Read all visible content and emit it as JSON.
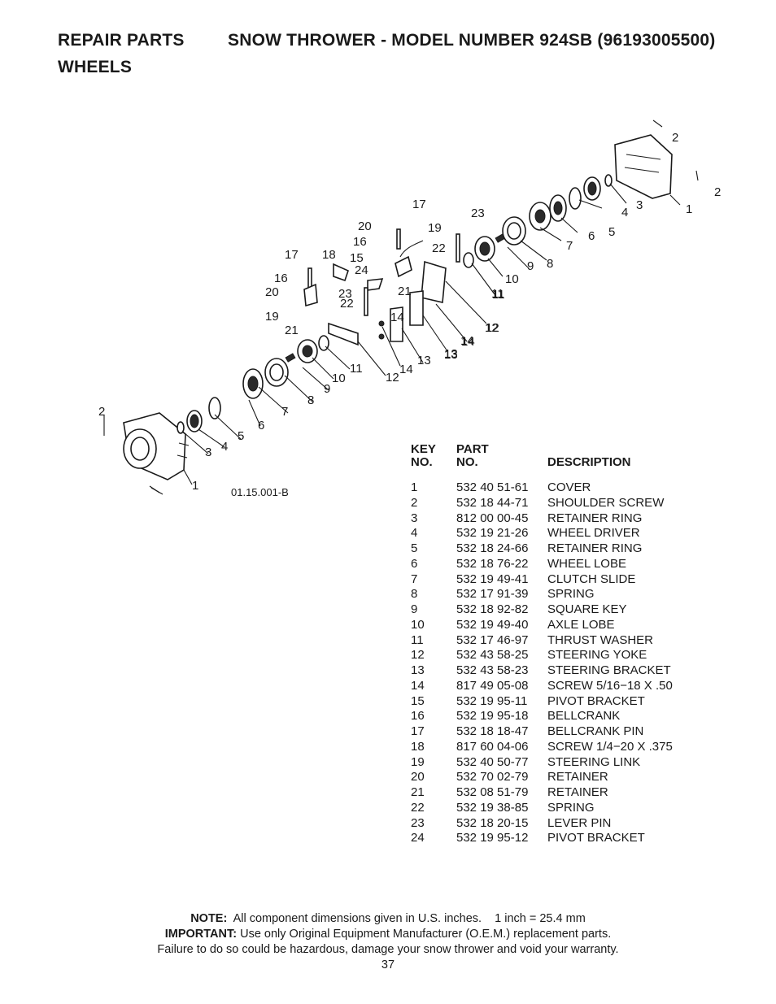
{
  "header": {
    "section": "REPAIR PARTS",
    "subsection": "WHEELS",
    "model_title": "SNOW THROWER - MODEL NUMBER  924SB (96193005500)"
  },
  "diagram": {
    "figure_ref": "01.15.001-B",
    "callouts": [
      "2",
      "2",
      "1",
      "3",
      "4",
      "5",
      "6",
      "7",
      "8",
      "9",
      "10",
      "11",
      "12",
      "13",
      "14",
      "17",
      "18",
      "15",
      "16",
      "20",
      "19",
      "21",
      "24",
      "23",
      "22",
      "17",
      "20",
      "16",
      "19",
      "22",
      "21",
      "23",
      "2",
      "1",
      "3",
      "4",
      "5",
      "6",
      "7",
      "8",
      "9",
      "10",
      "11",
      "12",
      "13",
      "14",
      "14",
      "12",
      "13",
      "14",
      "11"
    ]
  },
  "table": {
    "headers": {
      "key": "KEY\nNO.",
      "part": "PART\nNO.",
      "description": "DESCRIPTION"
    },
    "rows": [
      {
        "key": "1",
        "part": "532 40 51-61",
        "desc": "COVER"
      },
      {
        "key": "2",
        "part": "532 18 44-71",
        "desc": "SHOULDER SCREW"
      },
      {
        "key": "3",
        "part": "812 00 00-45",
        "desc": "RETAINER RING"
      },
      {
        "key": "4",
        "part": "532 19 21-26",
        "desc": "WHEEL DRIVER"
      },
      {
        "key": "5",
        "part": "532 18 24-66",
        "desc": "RETAINER RING"
      },
      {
        "key": "6",
        "part": "532 18 76-22",
        "desc": "WHEEL LOBE"
      },
      {
        "key": "7",
        "part": "532 19 49-41",
        "desc": "CLUTCH SLIDE"
      },
      {
        "key": "8",
        "part": "532 17 91-39",
        "desc": "SPRING"
      },
      {
        "key": "9",
        "part": "532 18 92-82",
        "desc": "SQUARE KEY"
      },
      {
        "key": "10",
        "part": "532 19 49-40",
        "desc": "AXLE LOBE"
      },
      {
        "key": "11",
        "part": "532 17 46-97",
        "desc": "THRUST WASHER"
      },
      {
        "key": "12",
        "part": "532 43 58-25",
        "desc": "STEERING YOKE"
      },
      {
        "key": "13",
        "part": "532 43 58-23",
        "desc": "STEERING BRACKET"
      },
      {
        "key": "14",
        "part": "817 49 05-08",
        "desc": "SCREW 5/16−18 X .50"
      },
      {
        "key": "15",
        "part": "532 19 95-11",
        "desc": "PIVOT BRACKET"
      },
      {
        "key": "16",
        "part": "532 19 95-18",
        "desc": "BELLCRANK"
      },
      {
        "key": "17",
        "part": "532 18 18-47",
        "desc": "BELLCRANK PIN"
      },
      {
        "key": "18",
        "part": "817 60 04-06",
        "desc": "SCREW 1/4−20 X .375"
      },
      {
        "key": "19",
        "part": "532 40 50-77",
        "desc": "STEERING LINK"
      },
      {
        "key": "20",
        "part": "532 70 02-79",
        "desc": "RETAINER"
      },
      {
        "key": "21",
        "part": "532 08 51-79",
        "desc": "RETAINER"
      },
      {
        "key": "22",
        "part": "532 19 38-85",
        "desc": "SPRING"
      },
      {
        "key": "23",
        "part": "532 18 20-15",
        "desc": "LEVER PIN"
      },
      {
        "key": "24",
        "part": "532 19 95-12",
        "desc": "PIVOT BRACKET"
      }
    ]
  },
  "footer": {
    "note_label": "NOTE:",
    "note_text": "All component dimensions given in U.S. inches.    1 inch = 25.4 mm",
    "important_label": "IMPORTANT:",
    "important_text": "Use only Original Equipment Manufacturer (O.E.M.) replacement parts.",
    "warning_text": "Failure to do so could be hazardous, damage your snow thrower and void your warranty.",
    "page_number": "37"
  }
}
